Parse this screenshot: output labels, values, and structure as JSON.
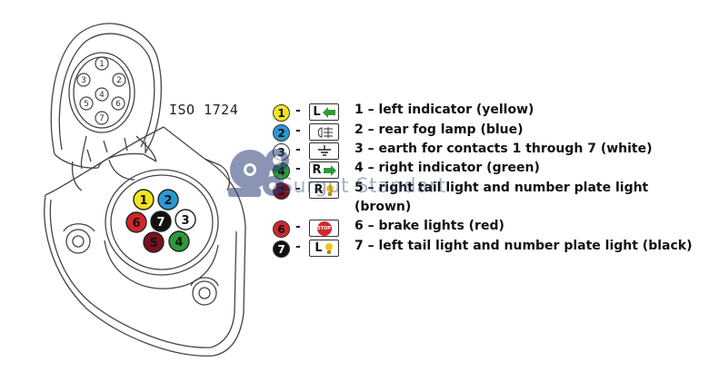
{
  "standard_label": "ISO 1724",
  "connector_pins": [
    {
      "num": "1",
      "color": "#f2e51d",
      "text_color": "#111"
    },
    {
      "num": "2",
      "color": "#2b98d6",
      "text_color": "#111"
    },
    {
      "num": "3",
      "color": "#ffffff",
      "text_color": "#111"
    },
    {
      "num": "4",
      "color": "#2e9a3a",
      "text_color": "#111"
    },
    {
      "num": "5",
      "color": "#7a1020",
      "text_color": "#111"
    },
    {
      "num": "6",
      "color": "#d3262a",
      "text_color": "#111"
    },
    {
      "num": "7",
      "color": "#111111",
      "text_color": "#ffffff"
    }
  ],
  "cover_pins": [
    "1",
    "2",
    "3",
    "4",
    "5",
    "6",
    "7"
  ],
  "legend": [
    {
      "num": "1",
      "dash": "-",
      "symbol_letter": "L",
      "symbol_icon": "green-arrow-left-icon",
      "label": "1 – left indicator (yellow)"
    },
    {
      "num": "2",
      "dash": "-",
      "symbol_letter": "",
      "symbol_icon": "fog-lamp-icon",
      "label": "2 – rear fog lamp (blue)"
    },
    {
      "num": "3",
      "dash": "-",
      "symbol_letter": "",
      "symbol_icon": "earth-ground-icon",
      "label": "3 – earth for contacts 1 through 7 (white)"
    },
    {
      "num": "4",
      "dash": "-",
      "symbol_letter": "R",
      "symbol_icon": "green-arrow-right-icon",
      "label": "4 – right indicator (green)"
    },
    {
      "num": "5",
      "dash": "-",
      "symbol_letter": "R",
      "symbol_icon": "bulb-icon",
      "label": "5 – right tail light and number plate light",
      "label_line2": "(brown)"
    },
    {
      "num": "6",
      "dash": "-",
      "symbol_letter": "",
      "symbol_icon": "stop-sign-icon",
      "symbol_text": "STOP",
      "label": "6 – brake lights (red)"
    },
    {
      "num": "7",
      "dash": "-",
      "symbol_letter": "L",
      "symbol_icon": "bulb-icon",
      "label": "7 – left tail light and number plate light (black)"
    }
  ],
  "watermark_text": "Surgut Standart"
}
